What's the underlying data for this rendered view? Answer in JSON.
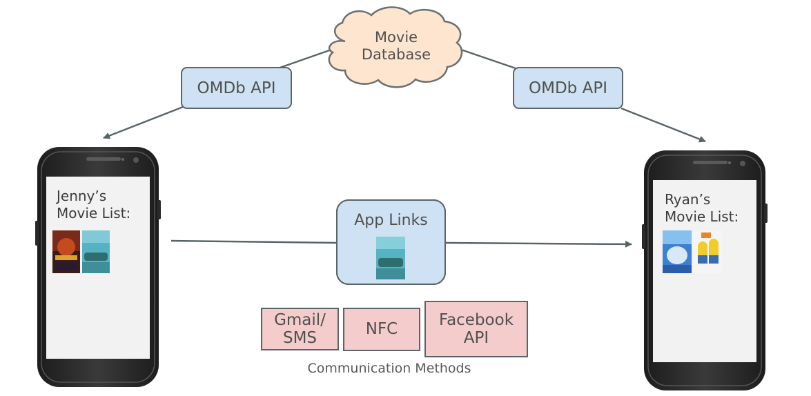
{
  "cloud": {
    "label_line1": "Movie",
    "label_line2": "Database"
  },
  "api_left": {
    "label": "OMDb API"
  },
  "api_right": {
    "label": "OMDb API"
  },
  "phone_left": {
    "title_line1": "Jenny’s",
    "title_line2": "Movie List:"
  },
  "phone_right": {
    "title_line1": "Ryan’s",
    "title_line2": "Movie List:"
  },
  "app_links": {
    "label": "App Links"
  },
  "methods": {
    "caption": "Communication Methods",
    "items": [
      {
        "line1": "Gmail/",
        "line2": "SMS"
      },
      {
        "line1": "NFC",
        "line2": ""
      },
      {
        "line1": "Facebook",
        "line2": "API"
      }
    ]
  },
  "colors": {
    "api_box_fill": "#cfe2f3",
    "method_box_fill": "#f4cccc",
    "cloud_fill": "#fde5cf",
    "arrow": "#5a6468"
  }
}
